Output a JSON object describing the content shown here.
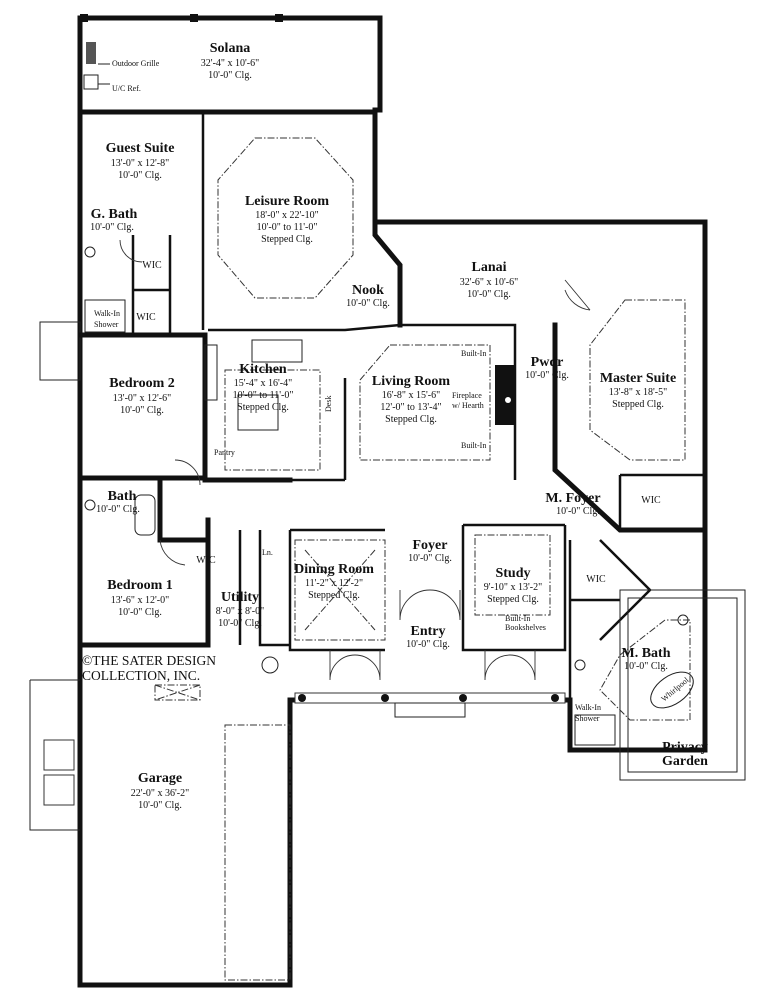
{
  "rooms": {
    "solana": {
      "name": "Solana",
      "size": "32'-4\" x 10'-6\"",
      "ceiling": "10'-0\" Clg."
    },
    "guest_suite": {
      "name": "Guest Suite",
      "size": "13'-0\" x 12'-8\"",
      "ceiling": "10'-0\" Clg."
    },
    "g_bath": {
      "name": "G. Bath",
      "ceiling": "10'-0\" Clg."
    },
    "leisure_room": {
      "name": "Leisure Room",
      "size": "18'-0\" x 22'-10\"",
      "ceiling": "10'-0\" to 11'-0\"",
      "ceiling2": "Stepped Clg."
    },
    "nook": {
      "name": "Nook",
      "ceiling": "10'-0\" Clg."
    },
    "lanai": {
      "name": "Lanai",
      "size": "32'-6\" x 10'-6\"",
      "ceiling": "10'-0\" Clg."
    },
    "kitchen": {
      "name": "Kitchen",
      "size": "15'-4\" x 16'-4\"",
      "ceiling": "10'-0\" to 11'-0\"",
      "ceiling2": "Stepped Clg."
    },
    "living_room": {
      "name": "Living Room",
      "size": "16'-8\" x 15'-6\"",
      "ceiling": "12'-0\" to 13'-4\"",
      "ceiling2": "Stepped Clg."
    },
    "pwdr": {
      "name": "Pwdr",
      "ceiling": "10'-0\" Clg."
    },
    "master_suite": {
      "name": "Master Suite",
      "size": "13'-8\" x 18'-5\"",
      "ceiling": "Stepped Clg."
    },
    "bedroom_2": {
      "name": "Bedroom 2",
      "size": "13'-0\" x 12'-6\"",
      "ceiling": "10'-0\" Clg."
    },
    "bath": {
      "name": "Bath",
      "ceiling": "10'-0\" Clg."
    },
    "m_foyer": {
      "name": "M. Foyer",
      "ceiling": "10'-0\" Clg."
    },
    "bedroom_1": {
      "name": "Bedroom 1",
      "size": "13'-6\" x 12'-0\"",
      "ceiling": "10'-0\" Clg."
    },
    "utility": {
      "name": "Utility",
      "size": "8'-0\" x 8'-0\"",
      "ceiling": "10'-0\" Clg."
    },
    "dining_room": {
      "name": "Dining Room",
      "size": "11'-2\" x 12'-2\"",
      "ceiling": "Stepped Clg."
    },
    "foyer": {
      "name": "Foyer",
      "ceiling": "10'-0\" Clg."
    },
    "entry": {
      "name": "Entry",
      "ceiling": "10'-0\" Clg."
    },
    "study": {
      "name": "Study",
      "size": "9'-10\" x 13'-2\"",
      "ceiling": "Stepped Clg."
    },
    "m_bath": {
      "name": "M. Bath",
      "ceiling": "10'-0\" Clg."
    },
    "privacy_garden": {
      "name": "Privacy",
      "name2": "Garden"
    },
    "garage": {
      "name": "Garage",
      "size": "22'-0\" x 36'-2\"",
      "ceiling": "10'-0\" Clg."
    }
  },
  "labels": {
    "outdoor_grille": "Outdoor Grille",
    "uc_ref": "U/C Ref.",
    "wic": "WIC",
    "walk_in": "Walk-In",
    "shower": "Shower",
    "pantry": "Pantry",
    "desk": "Desk",
    "built_in": "Built-In",
    "fireplace": "Fireplace",
    "hearth": "w/ Hearth",
    "bookshelves_1": "Built-In",
    "bookshelves_2": "Bookshelves",
    "linen": "Ln.",
    "whirlpool": "Whirlpool"
  },
  "copyright": {
    "line1": "©THE SATER DESIGN",
    "line2": "COLLECTION, INC."
  }
}
